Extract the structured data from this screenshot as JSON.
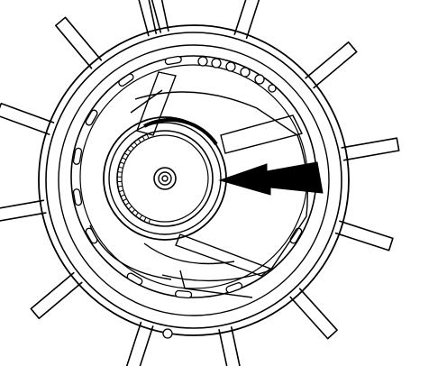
{
  "diagram": {
    "kind": "line-art",
    "colors": {
      "stroke": "#000000",
      "background": "#ffffff",
      "arrow": "#000000"
    },
    "components": [
      "outer-housing-ring",
      "spoke-lugs",
      "inner-plate-ring",
      "slot-ring",
      "hole-ring",
      "central-hub",
      "toothed-gear-band",
      "center-shaft",
      "retaining-clip",
      "indicator-arrow"
    ],
    "indicator": {
      "icon": "arrow-left-icon",
      "points_to": "central-hub"
    }
  }
}
